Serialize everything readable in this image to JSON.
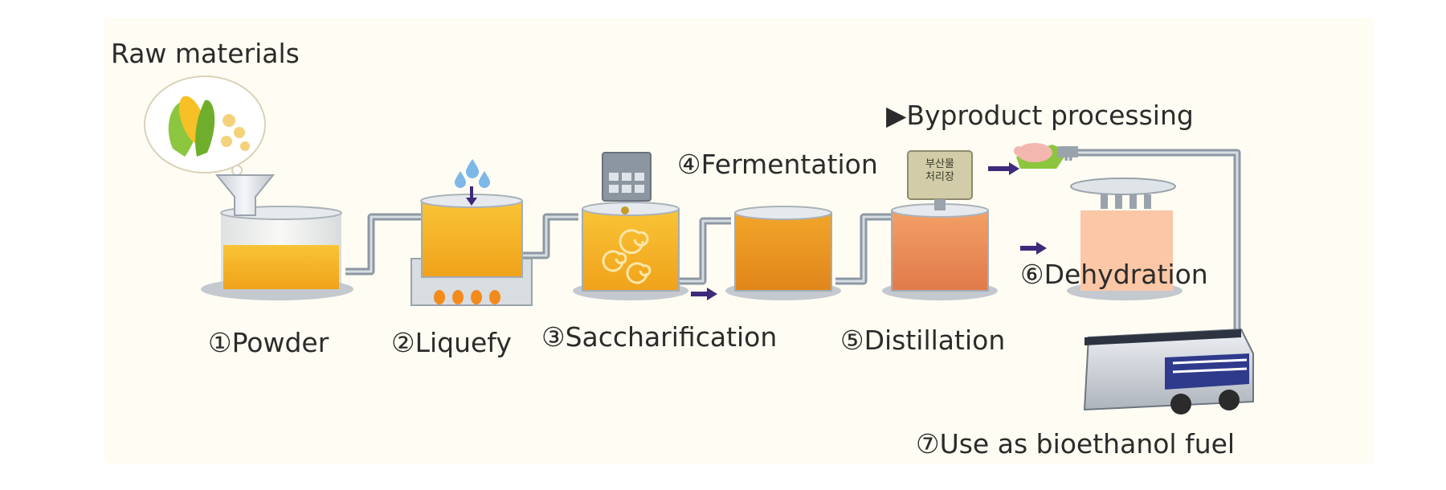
{
  "labels": {
    "raw_materials": "Raw materials",
    "byproduct": "▶Byproduct processing",
    "fermentation": "④Fermentation",
    "dehydration": "⑥Dehydration",
    "powder": "①Powder",
    "liquefy": "②Liquefy",
    "saccharification": "③Saccharification",
    "distillation": "⑤Distillation",
    "fuel_use": "⑦Use as bioethanol fuel",
    "tank_sign": "부산물 처리장"
  },
  "colors": {
    "liquid_yellow": "#f9c437",
    "liquid_orange": "#f2a52a",
    "liquid_red": "#f3a066",
    "arrow": "#3d2a7a",
    "pipe": "#8d98a3"
  }
}
